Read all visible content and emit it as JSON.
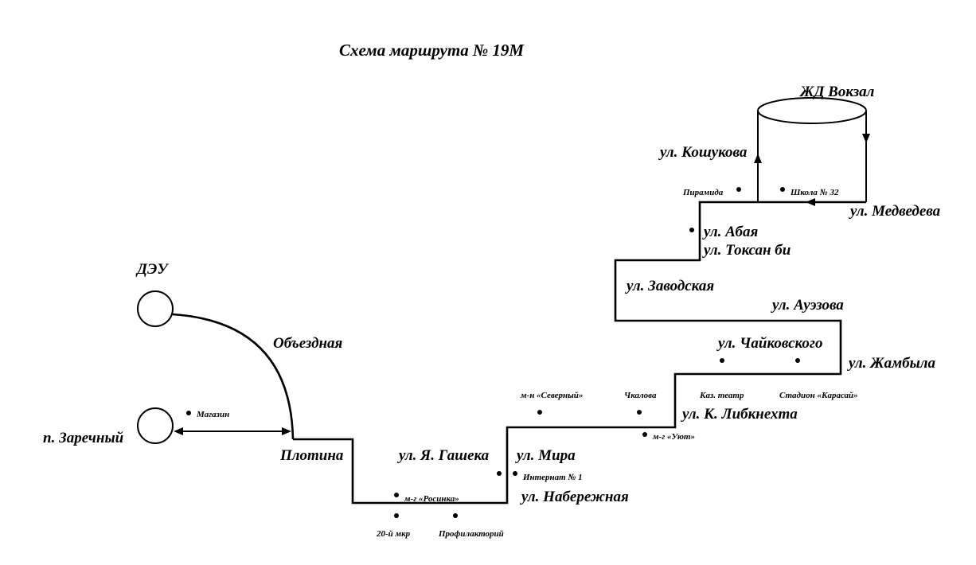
{
  "title": "Схема маршрута № 19М",
  "terminals": {
    "deu": "ДЭУ",
    "zarechny": "п. Заречный",
    "vokzal": "ЖД Вокзал"
  },
  "streets": {
    "obezdnaya": "Объездная",
    "plotina": "Плотина",
    "gasheka": "ул. Я. Гашека",
    "mira": "ул. Мира",
    "naberezhnaya": "ул. Набережная",
    "libknehta": "ул. К. Либкнехта",
    "zhambyla": "ул. Жамбыла",
    "chaikovskogo": "ул. Чайковского",
    "auezova": "ул. Ауэзова",
    "zavodskaya": "ул. Заводская",
    "toksan_bi": "ул. Токсан би",
    "abaya": "ул. Абая",
    "medvedeva": "ул. Медведева",
    "koshukova": "ул. Кошукова"
  },
  "stops": {
    "magazin": "Магазин",
    "rosinka": "м-г «Росинка»",
    "mkr20": "20-й мкр",
    "profilaktoriy": "Профилакторий",
    "internat": "Интернат № 1",
    "severny": "м-н «Северный»",
    "chkalova": "Чкалова",
    "uyut": "м-г «Уют»",
    "kaz_teatr": "Каз. театр",
    "stadion": "Стадион «Карасай»",
    "piramida": "Пирамида",
    "shkola32": "Школа № 32"
  }
}
